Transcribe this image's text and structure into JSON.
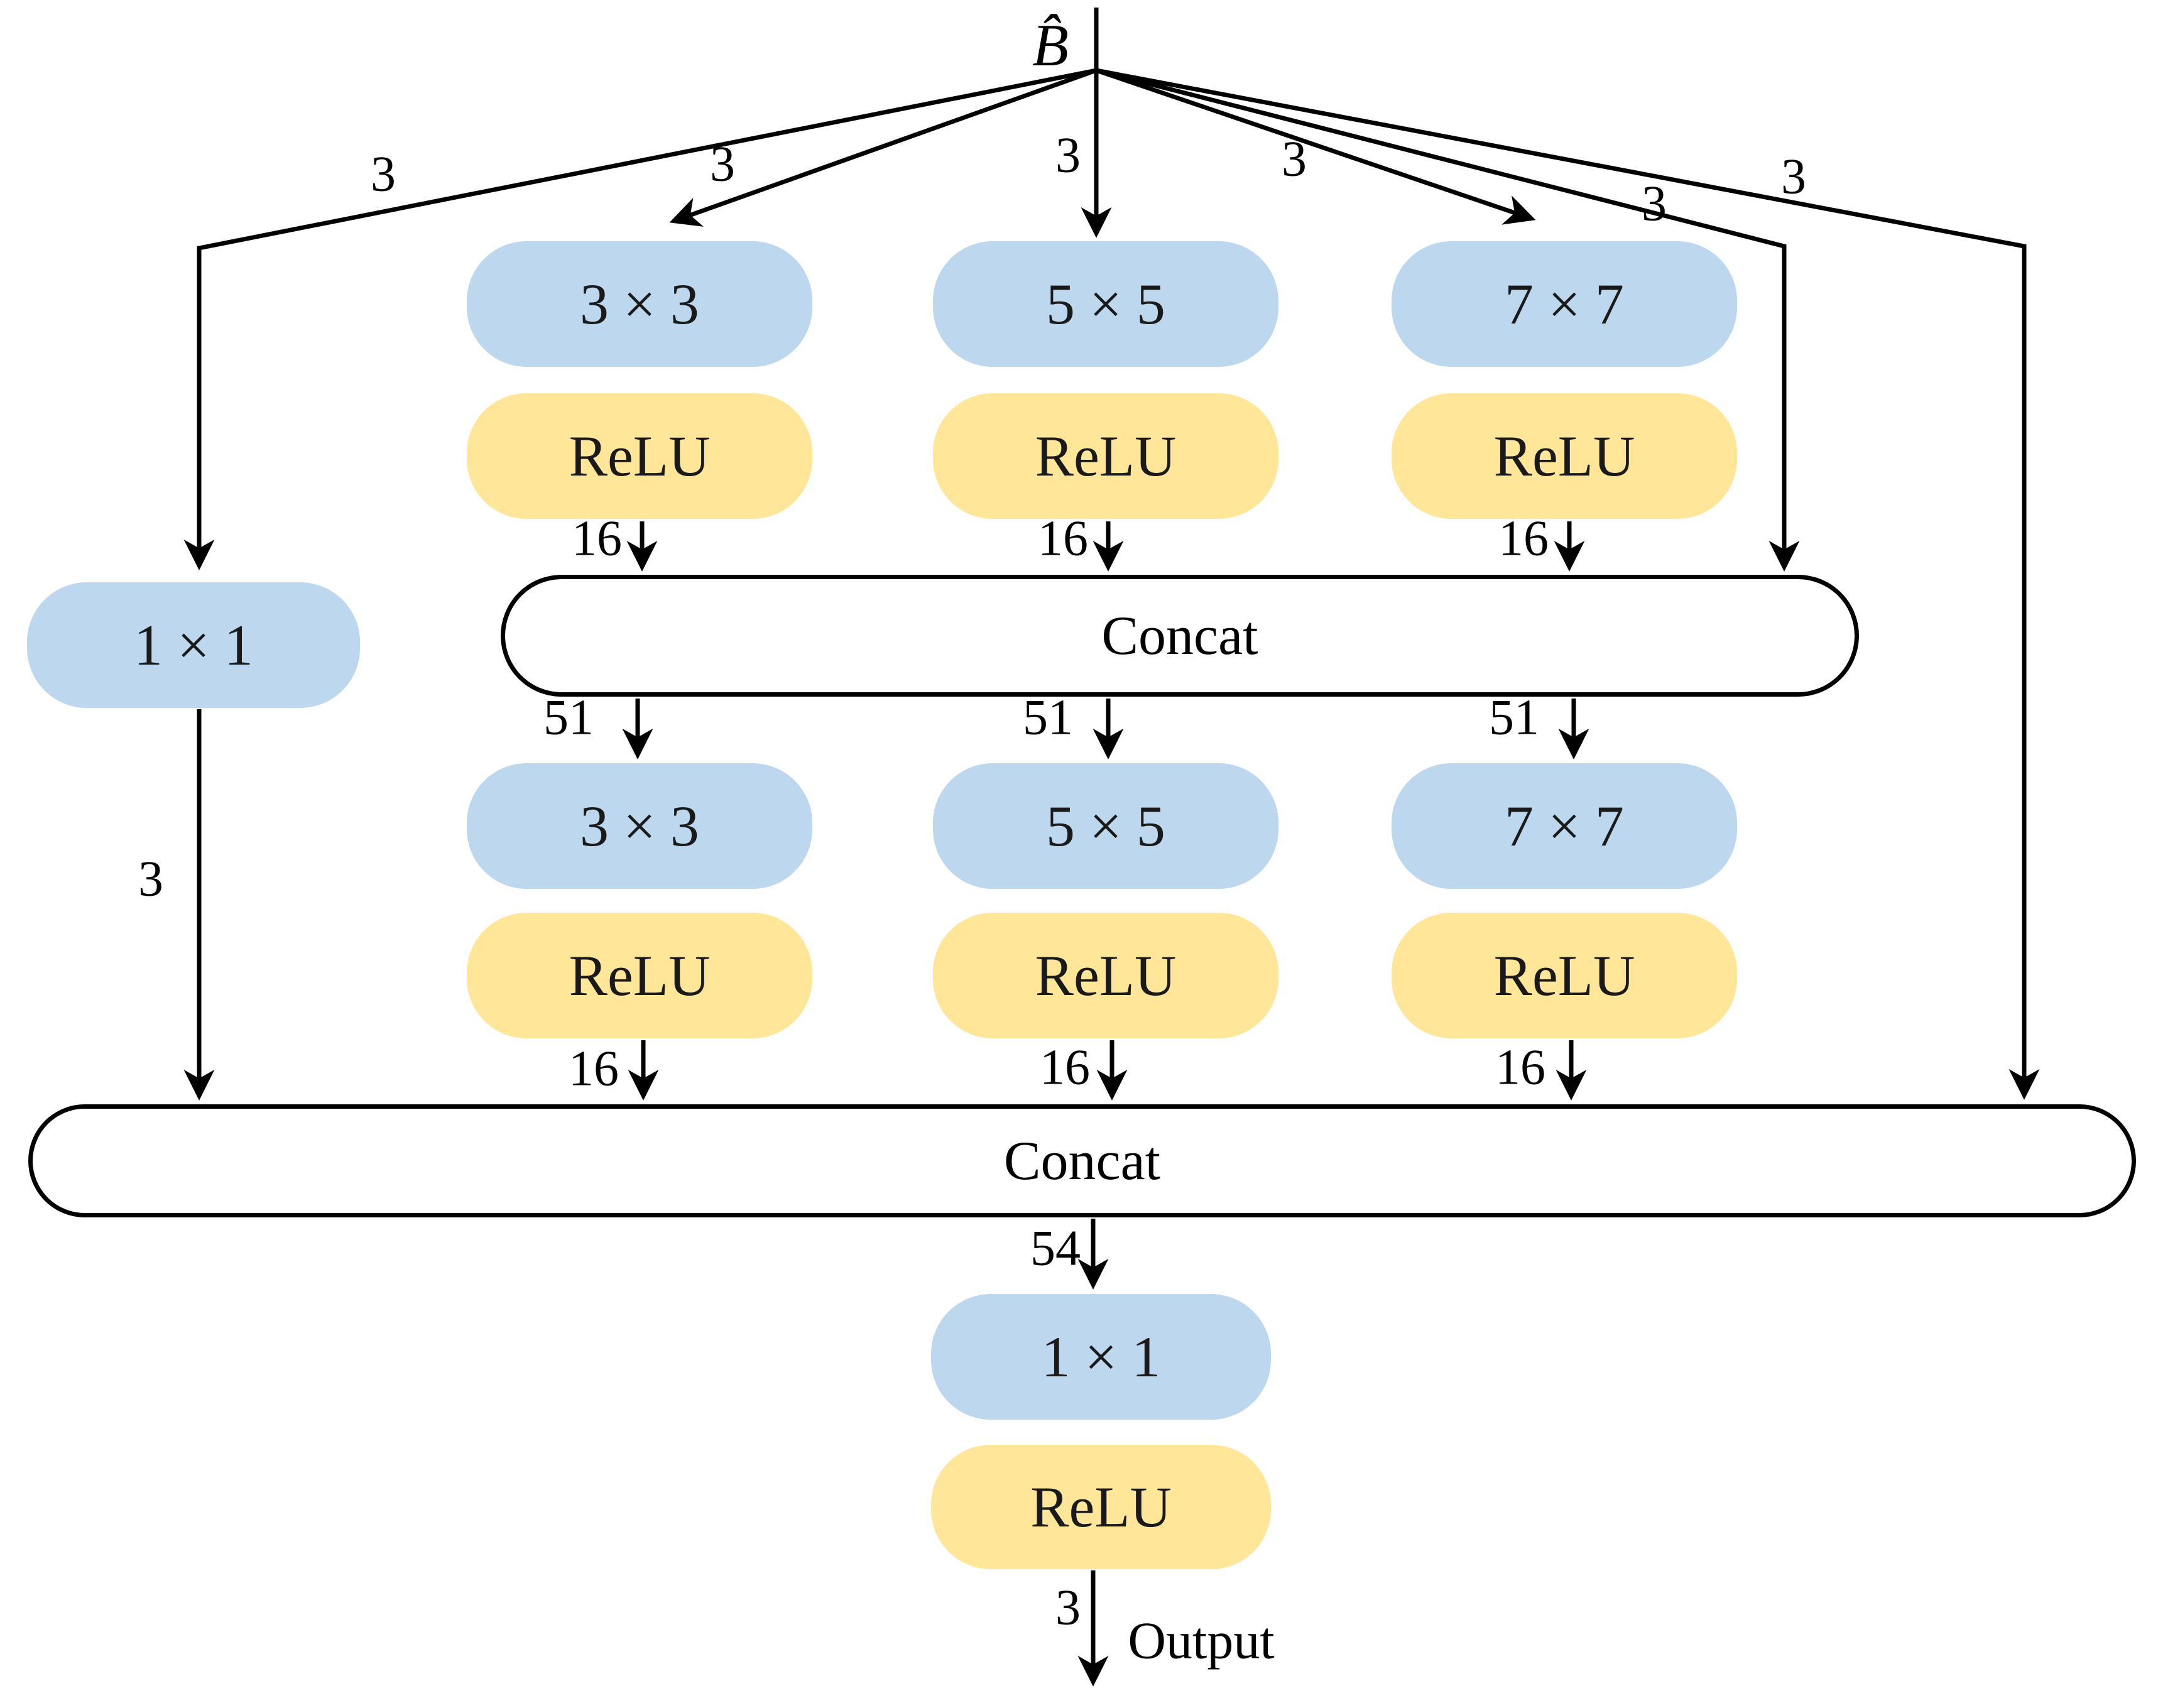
{
  "nodes": {
    "input_label": "B̂",
    "conv3x3": "3 × 3",
    "conv5x5": "5 × 5",
    "conv7x7": "7 × 7",
    "relu": "ReLU",
    "concat": "Concat",
    "conv1x1_left": "1 × 1",
    "conv1x1_out": "1 × 1",
    "output_label": "Output"
  },
  "channels": {
    "input": "3",
    "branch_out": "16",
    "concat1_out": "51",
    "concat2_out": "54",
    "output": "3"
  },
  "colors": {
    "conv_fill": "#BDD7EE",
    "relu_fill": "#FFE699",
    "concat_fill": "#FFFFFF",
    "line": "#000000"
  }
}
